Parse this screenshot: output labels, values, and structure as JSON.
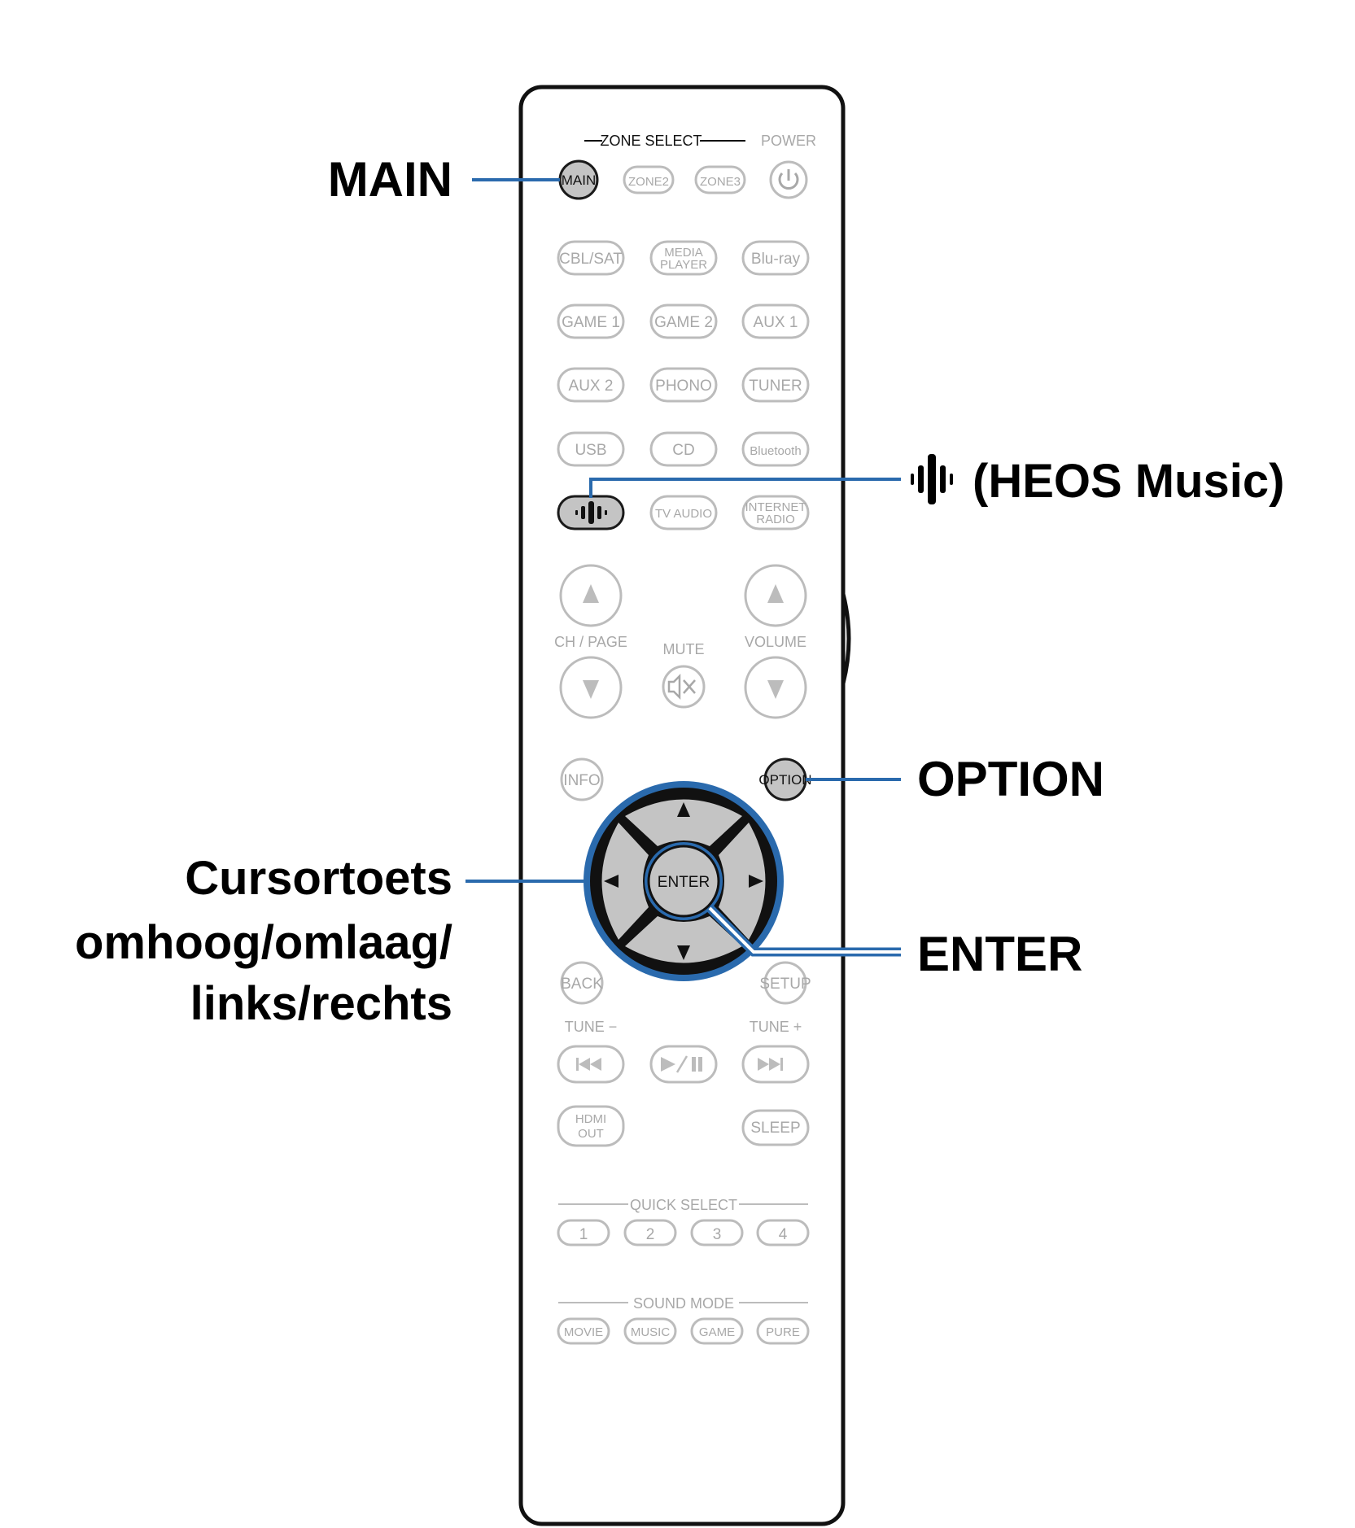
{
  "callouts": {
    "main": "MAIN",
    "heos": "(HEOS Music)",
    "option": "OPTION",
    "cursor_line1": "Cursortoets",
    "cursor_line2": "omhoog/omlaag/",
    "cursor_line3": "links/rechts",
    "enter": "ENTER"
  },
  "remote": {
    "zone_select_label": "ZONE SELECT",
    "power_label": "POWER",
    "zone_buttons": [
      "MAIN",
      "ZONE2",
      "ZONE3"
    ],
    "source_rows": [
      [
        "CBL/SAT",
        "MEDIA PLAYER",
        "Blu-ray"
      ],
      [
        "GAME 1",
        "GAME 2",
        "AUX 1"
      ],
      [
        "AUX 2",
        "PHONO",
        "TUNER"
      ],
      [
        "USB",
        "CD",
        "Bluetooth"
      ],
      [
        "HEOS",
        "TV AUDIO",
        "INTERNET RADIO"
      ]
    ],
    "ch_page_label": "CH / PAGE",
    "mute_label": "MUTE",
    "volume_label": "VOLUME",
    "info_label": "INFO",
    "option_label": "OPTION",
    "enter_label": "ENTER",
    "back_label": "BACK",
    "setup_label": "SETUP",
    "tune_minus_label": "TUNE −",
    "tune_plus_label": "TUNE +",
    "hdmi_out_label": "HDMI OUT",
    "sleep_label": "SLEEP",
    "quick_select_label": "QUICK SELECT",
    "quick_select_buttons": [
      "1",
      "2",
      "3",
      "4"
    ],
    "sound_mode_label": "SOUND MODE",
    "sound_mode_buttons": [
      "MOVIE",
      "MUSIC",
      "GAME",
      "PURE"
    ]
  },
  "colors": {
    "leader_line": "#2a6aad",
    "highlight_fill": "#c4c4c4",
    "outline_gray": "#bcbcbc",
    "cursor_ring": "#2a6aad"
  }
}
